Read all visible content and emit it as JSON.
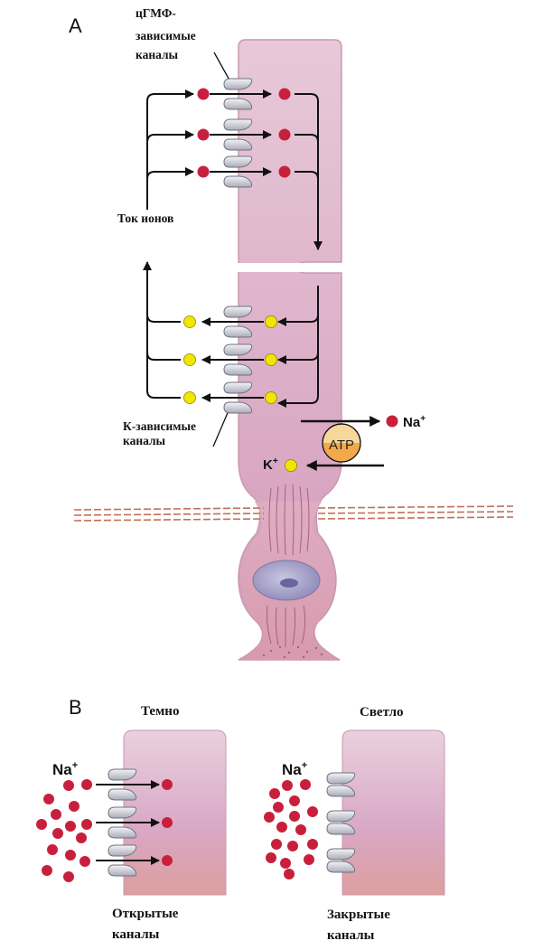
{
  "panel_a": {
    "letter": "A",
    "cgmp_label": [
      "цГМФ-",
      "зависимые",
      "каналы"
    ],
    "ion_current_label": "Ток ионов",
    "k_label": [
      "К-зависимые",
      "каналы"
    ],
    "atp_label": "ATP",
    "na_label": "Na",
    "k_ion_label": "K",
    "charge": "+"
  },
  "panel_b": {
    "letter": "B",
    "dark": {
      "title": "Темно",
      "ion_label": "Na",
      "caption": [
        "Открытые",
        "каналы"
      ]
    },
    "light": {
      "title": "Светло",
      "ion_label": "Na",
      "caption": [
        "Закрытые",
        "каналы"
      ]
    }
  },
  "colors": {
    "sodium": "#c8203c",
    "potassium": "#f2e600",
    "membrane": "#e0b8cf",
    "nucleus": "#aaa6cc",
    "atp_fill": "#f7d79a",
    "atp_half": "#f1a94b"
  },
  "icons": [
    "ion-channel-icon",
    "arrow-icon",
    "nucleus-icon",
    "sodium-ion-icon",
    "potassium-ion-icon"
  ]
}
